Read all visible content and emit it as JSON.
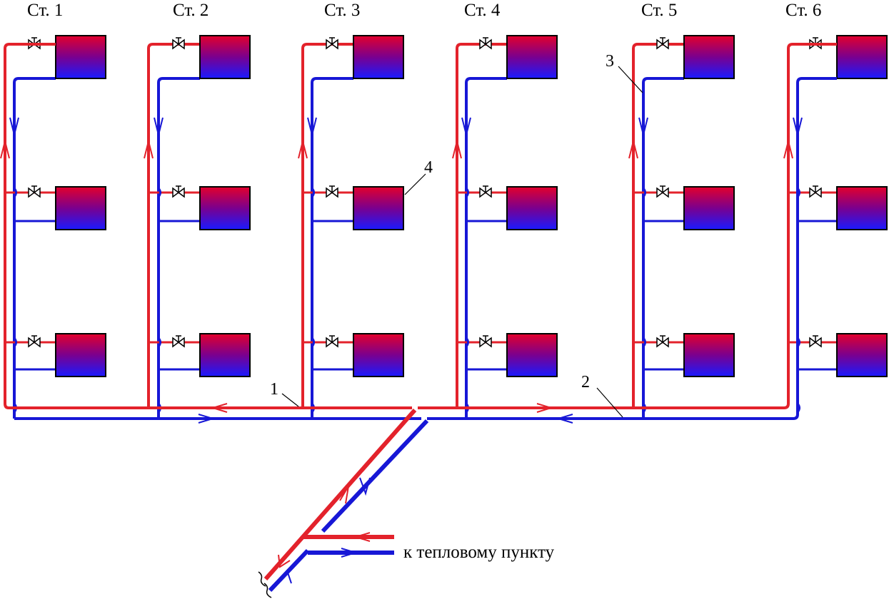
{
  "colors": {
    "supply": "#e3222b",
    "return": "#1717d6",
    "outline": "#000000",
    "radiator_top": "#e3002b",
    "radiator_mid": "#7a008f",
    "radiator_bottom": "#1a1aff"
  },
  "risers": [
    {
      "label": "Ст. 1"
    },
    {
      "label": "Ст. 2"
    },
    {
      "label": "Ст. 3"
    },
    {
      "label": "Ст. 4"
    },
    {
      "label": "Ст. 5"
    },
    {
      "label": "Ст. 6"
    }
  ],
  "callouts": [
    {
      "number": "1"
    },
    {
      "number": "2"
    },
    {
      "number": "3"
    },
    {
      "number": "4"
    }
  ],
  "note": "к тепловому пункту"
}
